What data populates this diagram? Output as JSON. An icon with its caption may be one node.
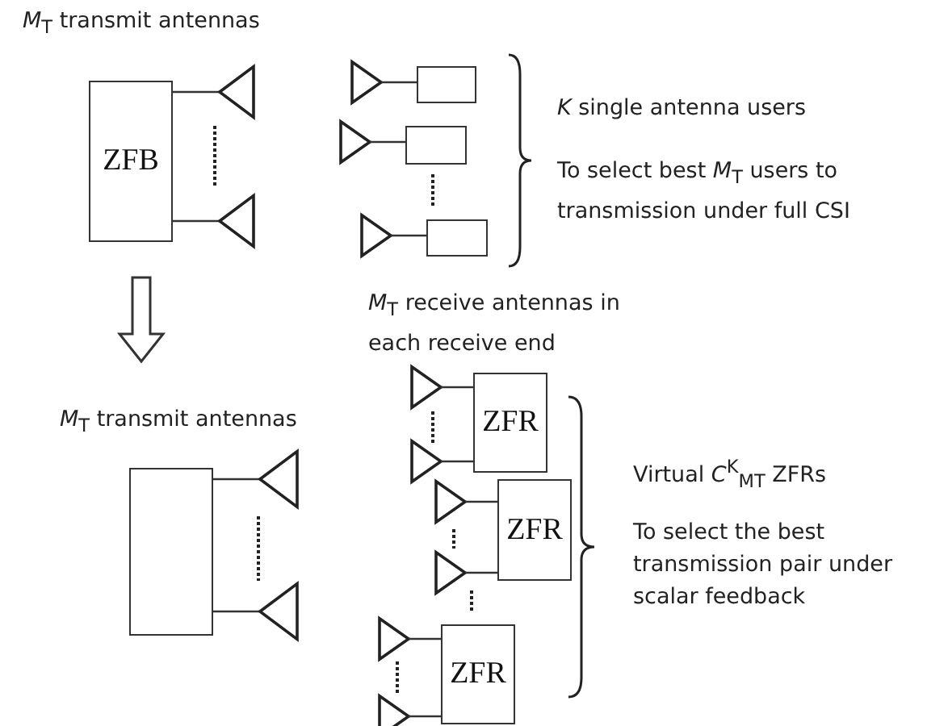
{
  "diagram": {
    "nodes": [
      {
        "text": [
          "ZFB"
        ]
      },
      {
        "text": [],
        "shape": "box"
      },
      {
        "text": [],
        "shape": "box"
      },
      {
        "text": [],
        "shape": "box"
      },
      {
        "text": [],
        "shape": "box"
      },
      {
        "text": [
          "ZFR"
        ]
      },
      {
        "text": [
          "ZFR"
        ]
      },
      {
        "text": [
          "ZFR"
        ]
      }
    ],
    "labels": [
      "*M*$_{T}$ transmit antennas",
      "*K* single antenna users",
      "To select best *M*$_{T}$ users to transmission under full CSI",
      "*M*$_{T}$ receive antennas in each receive end",
      "*M*$_{T}$ transmit antennas",
      "Virtual *C*$^{K}$$_{MT}$ ZFRs",
      "To select the best transmission pair under scalar feedback"
    ]
  }
}
